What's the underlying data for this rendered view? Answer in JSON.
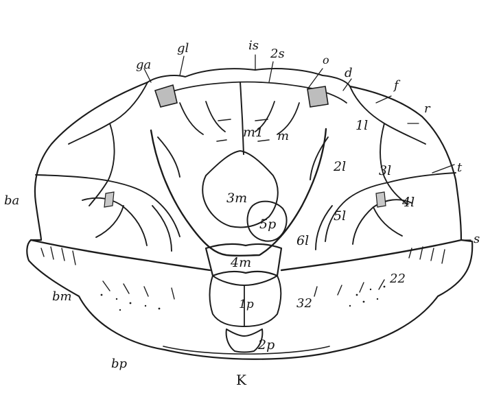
{
  "figure": {
    "labels": {
      "ga": "ga",
      "gl": "gl",
      "is": "is",
      "zs": "2s",
      "o": "o",
      "d": "d",
      "f": "f",
      "r": "r",
      "t": "t",
      "s": "s",
      "ba": "ba",
      "bm": "bm",
      "bp": "bp",
      "K": "K",
      "m1": "m1",
      "m": "m",
      "l1": "1l",
      "l2": "2l",
      "l3": "3l",
      "l4": "4l",
      "l5": "5l",
      "l6": "6l",
      "m3": "3m",
      "p5": "5p",
      "m4": "4m",
      "p1": "1p",
      "p2": "2p",
      "n32": "32",
      "n22": "22"
    },
    "colors": {
      "ink": "#1c1c1c",
      "paper": "#ffffff"
    }
  }
}
